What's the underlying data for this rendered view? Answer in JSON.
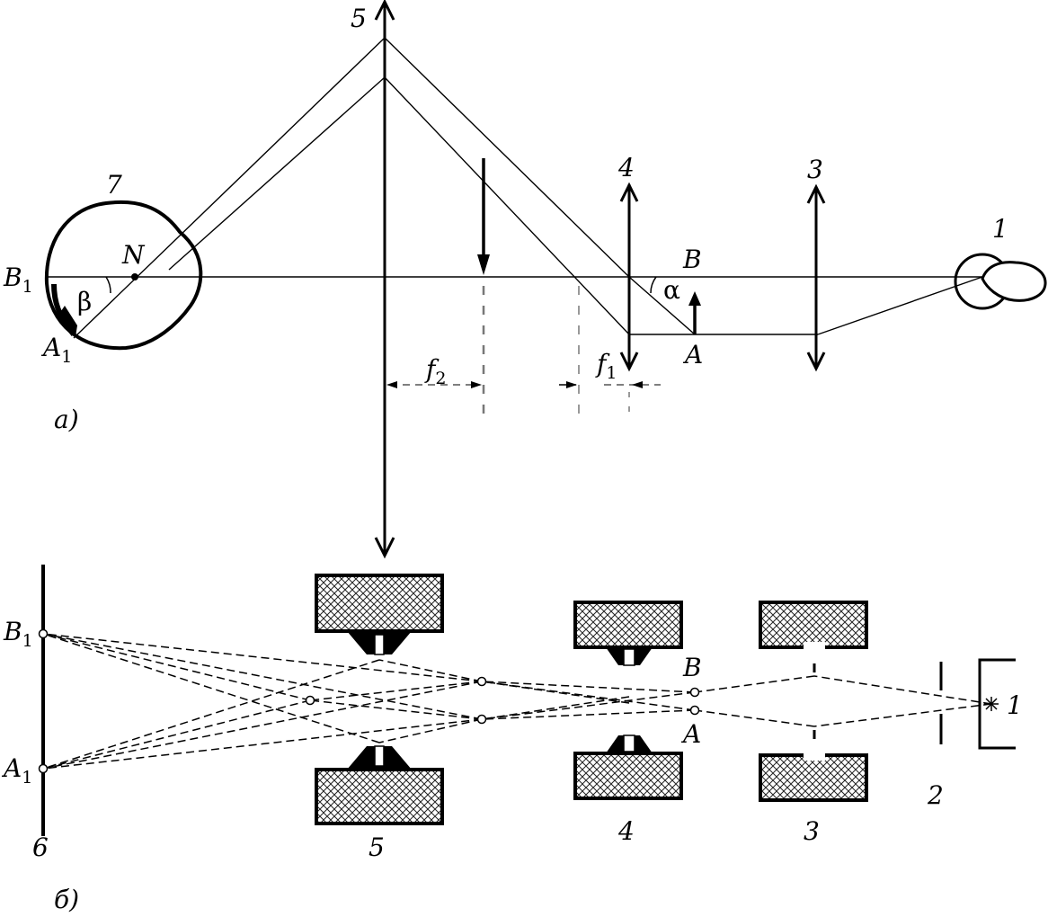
{
  "panel_a": {
    "marker": "а)",
    "eye_number": "7",
    "nodal_point": "N",
    "angle_eye": "β",
    "angle_object": "α",
    "image_top_base": "B",
    "image_top_sub": "1",
    "image_bottom_base": "A",
    "image_bottom_sub": "1",
    "object_top": "B",
    "object_bottom": "A",
    "lamp_number": "1",
    "condenser_number": "3",
    "objective_number": "4",
    "eyepiece_number": "5",
    "focal_1_base": "f",
    "focal_1_sub": "1",
    "focal_2_base": "f",
    "focal_2_sub": "2"
  },
  "panel_b": {
    "marker": "б)",
    "screen_number": "6",
    "image_top_base": "B",
    "image_top_sub": "1",
    "image_bottom_base": "A",
    "image_bottom_sub": "1",
    "object_top": "B",
    "object_bottom": "A",
    "source_number": "1",
    "aperture_number": "2",
    "condenser_number": "3",
    "objective_number": "4",
    "projector_number": "5"
  }
}
